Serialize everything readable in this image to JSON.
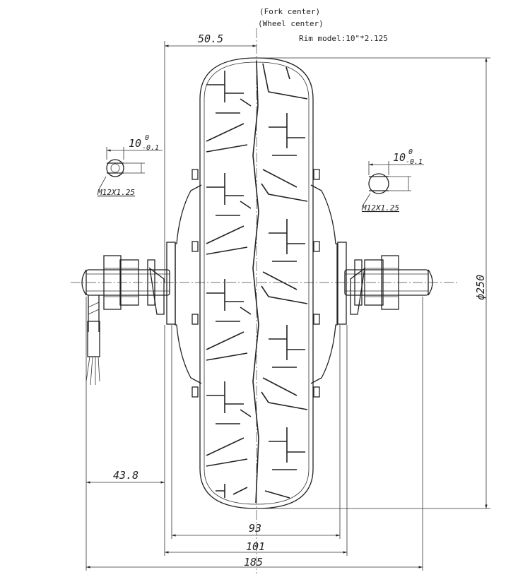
{
  "header": {
    "fork_center": "(Fork center)",
    "wheel_center": "(Wheel center)",
    "rim_model": "Rim model:10\"*2.125"
  },
  "dimensions": {
    "tire_width": "50.5",
    "diameter": "ϕ250",
    "offset_left": "43.8",
    "width_93": "93",
    "width_101": "101",
    "width_185": "185"
  },
  "axle_left": {
    "flat_width": "10",
    "tol_upper": "0",
    "tol_lower": "-0.1",
    "thread": "M12X1.25"
  },
  "axle_right": {
    "flat_width": "10",
    "tol_upper": "0",
    "tol_lower": "-0.1",
    "thread": "M12X1.25"
  }
}
